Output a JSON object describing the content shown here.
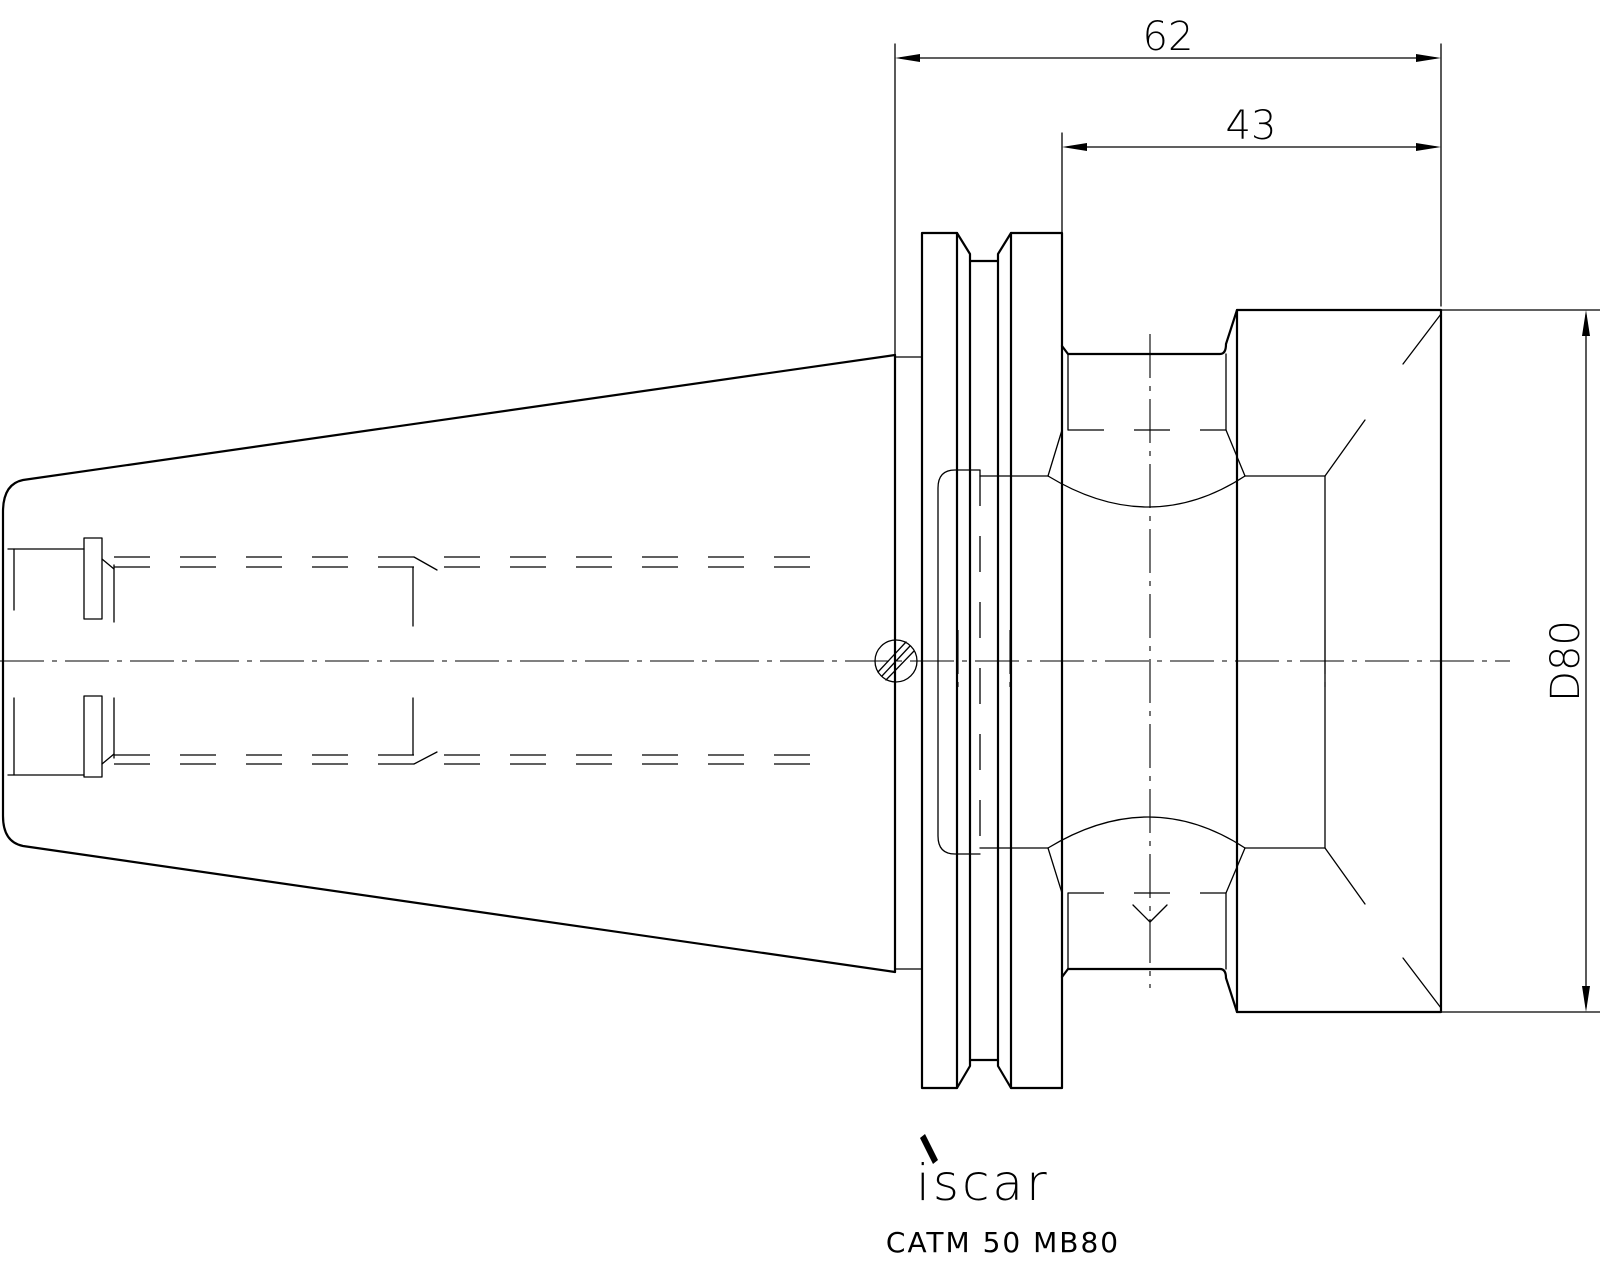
{
  "dimensions": {
    "overall_length": "62",
    "body_length": "43",
    "diameter": "D80"
  },
  "logo": {
    "text": "iscar"
  },
  "part_number": "CATM 50 MB80"
}
